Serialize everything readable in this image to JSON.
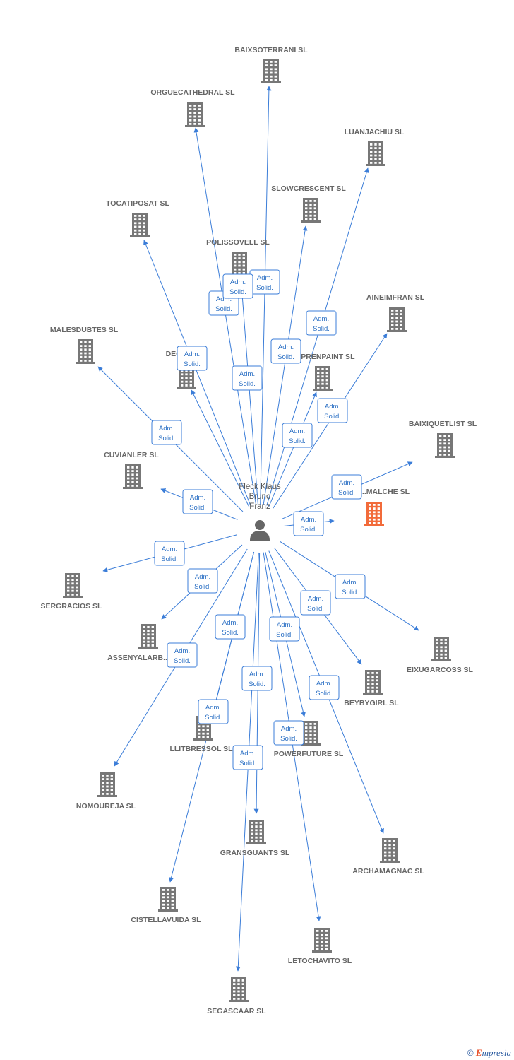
{
  "center": {
    "name_lines": [
      "Fleck Klaus",
      "Bruno",
      "Franz"
    ],
    "icon": "person-icon"
  },
  "relation_label_lines": [
    "Adm.",
    "Solid."
  ],
  "colors": {
    "edge": "#3b7dd8",
    "building": "#777777",
    "building_highlight": "#f26b3a",
    "label": "#666666"
  },
  "companies": [
    {
      "name": "BAIXSOTERRANI SL",
      "highlight": false
    },
    {
      "name": "ORGUECATHEDRAL SL",
      "highlight": false
    },
    {
      "name": "LUANJACHIU SL",
      "highlight": false
    },
    {
      "name": "SLOWCRESCENT SL",
      "highlight": false
    },
    {
      "name": "TOCATIPOSAT SL",
      "highlight": false
    },
    {
      "name": "POLISSOVELL SL",
      "highlight": false
    },
    {
      "name": "AINEIMFRAN SL",
      "highlight": false
    },
    {
      "name": "MALESDUBTES SL",
      "highlight": false
    },
    {
      "name": "DECH... SL",
      "highlight": false
    },
    {
      "name": "...PRENPAINT SL",
      "highlight": false
    },
    {
      "name": "BAIXIQUETLIST SL",
      "highlight": false
    },
    {
      "name": "CUVIANLER SL",
      "highlight": false
    },
    {
      "name": "...MALCHE SL",
      "highlight": true
    },
    {
      "name": "SERGRACIOS SL",
      "highlight": false
    },
    {
      "name": "EIXUGARCOSS SL",
      "highlight": false
    },
    {
      "name": "ASSENYALARB...",
      "highlight": false
    },
    {
      "name": "BEYBYGIRL SL",
      "highlight": false
    },
    {
      "name": "LLITBRESSOL SL",
      "highlight": false
    },
    {
      "name": "POWERFUTURE SL",
      "highlight": false
    },
    {
      "name": "NOMOUREJA SL",
      "highlight": false
    },
    {
      "name": "GRANSGUANTS SL",
      "highlight": false
    },
    {
      "name": "ARCHAMAGNAC SL",
      "highlight": false
    },
    {
      "name": "CISTELLAVUIDA SL",
      "highlight": false
    },
    {
      "name": "LETOCHAVITO SL",
      "highlight": false
    },
    {
      "name": "SEGASCAAR SL",
      "highlight": false
    }
  ],
  "credit": {
    "symbol": "©",
    "brand_initial": "E",
    "brand_rest": "mpresia"
  }
}
